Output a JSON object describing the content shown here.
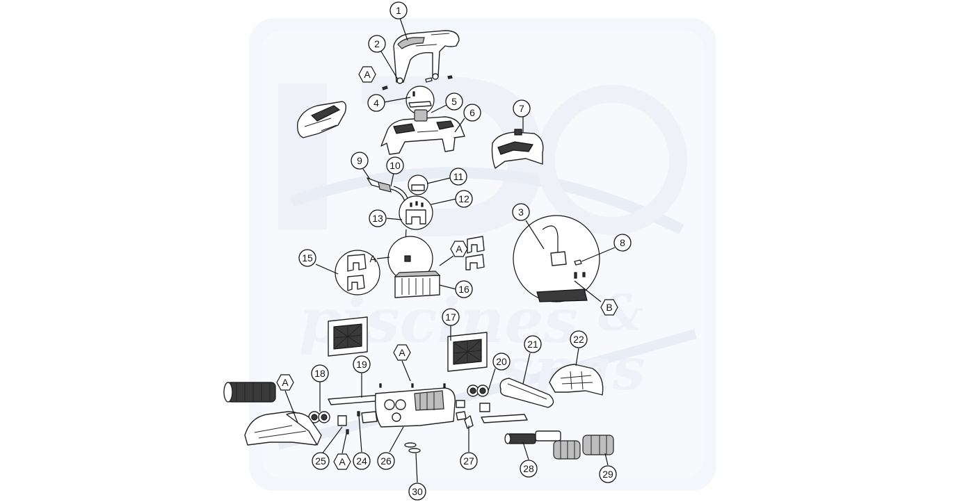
{
  "watermark": {
    "line1": "piscines",
    "ampersand": "&",
    "line2": "spas"
  },
  "callouts": [
    {
      "id": "c1",
      "label": "1",
      "shape": "circle"
    },
    {
      "id": "c2",
      "label": "2",
      "shape": "circle"
    },
    {
      "id": "c3",
      "label": "3",
      "shape": "circle"
    },
    {
      "id": "c4",
      "label": "4",
      "shape": "circle"
    },
    {
      "id": "c5",
      "label": "5",
      "shape": "circle"
    },
    {
      "id": "c6",
      "label": "6",
      "shape": "circle"
    },
    {
      "id": "c7",
      "label": "7",
      "shape": "circle"
    },
    {
      "id": "c8",
      "label": "8",
      "shape": "circle"
    },
    {
      "id": "c9",
      "label": "9",
      "shape": "circle"
    },
    {
      "id": "c10",
      "label": "10",
      "shape": "circle"
    },
    {
      "id": "c11",
      "label": "11",
      "shape": "circle"
    },
    {
      "id": "c12",
      "label": "12",
      "shape": "circle"
    },
    {
      "id": "c13",
      "label": "13",
      "shape": "circle"
    },
    {
      "id": "c15",
      "label": "15",
      "shape": "circle"
    },
    {
      "id": "c16",
      "label": "16",
      "shape": "circle"
    },
    {
      "id": "c17",
      "label": "17",
      "shape": "circle"
    },
    {
      "id": "c18",
      "label": "18",
      "shape": "circle"
    },
    {
      "id": "c19",
      "label": "19",
      "shape": "circle"
    },
    {
      "id": "c20",
      "label": "20",
      "shape": "circle"
    },
    {
      "id": "c21",
      "label": "21",
      "shape": "circle"
    },
    {
      "id": "c22",
      "label": "22",
      "shape": "circle"
    },
    {
      "id": "c24",
      "label": "24",
      "shape": "circle"
    },
    {
      "id": "c25",
      "label": "25",
      "shape": "circle"
    },
    {
      "id": "c26",
      "label": "26",
      "shape": "circle"
    },
    {
      "id": "c27",
      "label": "27",
      "shape": "circle"
    },
    {
      "id": "c28",
      "label": "28",
      "shape": "circle"
    },
    {
      "id": "c29",
      "label": "29",
      "shape": "circle"
    },
    {
      "id": "c30",
      "label": "30",
      "shape": "circle"
    },
    {
      "id": "hA1",
      "label": "A",
      "shape": "hex"
    },
    {
      "id": "hA2",
      "label": "A",
      "shape": "hex"
    },
    {
      "id": "hA3",
      "label": "A",
      "shape": "hex"
    },
    {
      "id": "hA4",
      "label": "A",
      "shape": "hex"
    },
    {
      "id": "hA5",
      "label": "A",
      "shape": "hex"
    },
    {
      "id": "hB",
      "label": "B",
      "shape": "hex"
    }
  ],
  "plain_labels": {
    "zoom_a": "A"
  },
  "colors": {
    "line": "#111111",
    "watermark": "#e9eef6",
    "fill": "#ffffff",
    "dark": "#3a3a3a"
  }
}
